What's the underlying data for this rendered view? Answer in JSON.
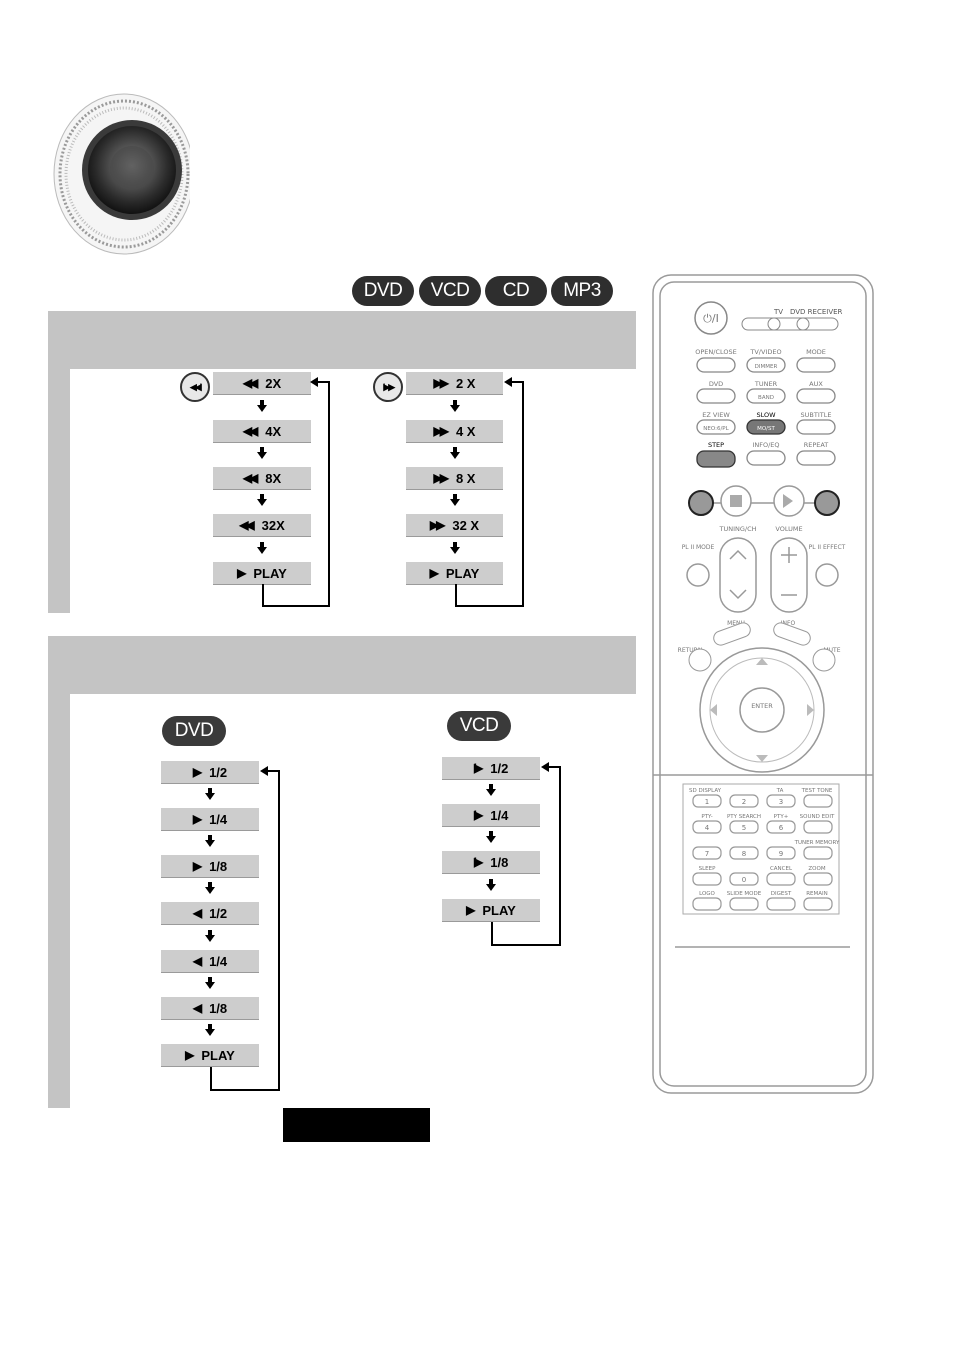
{
  "badges": [
    "DVD",
    "VCD",
    "CD",
    "MP3"
  ],
  "search": {
    "rewind": {
      "icon": "previous-skip-icon",
      "steps": [
        {
          "sym": "◀◀",
          "label": "2X"
        },
        {
          "sym": "◀◀",
          "label": "4X"
        },
        {
          "sym": "◀◀",
          "label": "8X"
        },
        {
          "sym": "◀◀",
          "label": "32X"
        },
        {
          "sym": "▶",
          "label": "PLAY"
        }
      ]
    },
    "forward": {
      "icon": "next-skip-icon",
      "steps": [
        {
          "sym": "▶▶",
          "label": "2 X"
        },
        {
          "sym": "▶▶",
          "label": "4 X"
        },
        {
          "sym": "▶▶",
          "label": "8 X"
        },
        {
          "sym": "▶▶",
          "label": "32 X"
        },
        {
          "sym": "▶",
          "label": "PLAY"
        }
      ]
    }
  },
  "slow": {
    "dvd": {
      "badge": "DVD",
      "steps": [
        {
          "sym": "▶",
          "label": "1/2"
        },
        {
          "sym": "▶",
          "label": "1/4"
        },
        {
          "sym": "▶",
          "label": "1/8"
        },
        {
          "sym": "◀",
          "label": "1/2"
        },
        {
          "sym": "◀",
          "label": "1/4"
        },
        {
          "sym": "◀",
          "label": "1/8"
        },
        {
          "sym": "▶",
          "label": "PLAY"
        }
      ]
    },
    "vcd": {
      "badge": "VCD",
      "steps": [
        {
          "sym": "I▶",
          "label": "1/2"
        },
        {
          "sym": "I▶",
          "label": "1/4"
        },
        {
          "sym": "I▶",
          "label": "1/8"
        },
        {
          "sym": "▶",
          "label": "PLAY"
        }
      ]
    }
  },
  "remote": {
    "power": "⏻/I",
    "tv": "TV",
    "dvd_receiver": "DVD RECEIVER",
    "row1": [
      "OPEN/CLOSE",
      "TV/VIDEO",
      "MODE"
    ],
    "row1b": [
      "",
      "DIMMER",
      ""
    ],
    "row2": [
      "DVD",
      "TUNER",
      "AUX"
    ],
    "row2b": [
      "",
      "BAND",
      ""
    ],
    "row3": [
      "EZ VIEW",
      "SLOW",
      "SUBTITLE"
    ],
    "row3b": [
      "NEO:6/PL",
      "MO/ST",
      ""
    ],
    "row4": [
      "STEP",
      "INFO/EQ",
      "REPEAT"
    ],
    "tuning": "TUNING/CH",
    "volume": "VOLUME",
    "pl_mode": "PL II MODE",
    "pl_effect": "PL II EFFECT",
    "menu": "MENU",
    "info": "INFO",
    "return": "RETURN",
    "mute": "MUTE",
    "enter": "ENTER",
    "keypad_top": [
      "SD DISPLAY",
      "",
      "TA",
      "TEST TONE"
    ],
    "keypad_row2": [
      "PTY-",
      "PTY SEARCH",
      "PTY+",
      "SOUND EDIT"
    ],
    "keypad_row3": [
      "",
      "",
      "",
      "TUNER MEMORY"
    ],
    "keypad_row4": [
      "SLEEP",
      "",
      "CANCEL",
      "ZOOM"
    ],
    "keypad_row5": [
      "LOGO",
      "SLIDE MODE",
      "DIGEST",
      "REMAIN"
    ],
    "digits": [
      "1",
      "2",
      "3",
      "",
      "4",
      "5",
      "6",
      "",
      "7",
      "8",
      "9",
      "",
      "",
      "0",
      "",
      ""
    ]
  }
}
